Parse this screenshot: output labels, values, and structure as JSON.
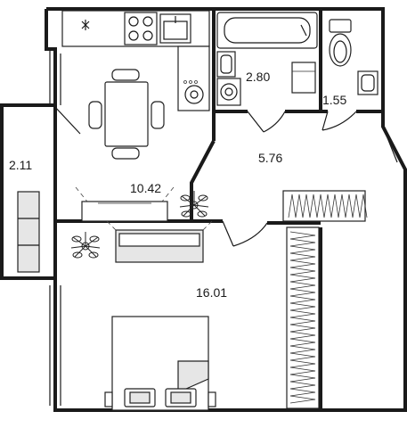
{
  "rooms": [
    {
      "id": "balcony",
      "area": "2.11"
    },
    {
      "id": "kitchen",
      "area": "10.42"
    },
    {
      "id": "bathroom",
      "area": "2.80"
    },
    {
      "id": "toilet",
      "area": "1.55"
    },
    {
      "id": "hallway",
      "area": "5.76"
    },
    {
      "id": "bedroom",
      "area": "16.01"
    }
  ],
  "colors": {
    "wall": "#1a1a1a",
    "fill": "#ffffff",
    "furniture_shade": "#e6e6e6"
  },
  "icons": [
    "stove-icon",
    "sink-icon",
    "washing-machine-icon",
    "toilet-icon",
    "bathtub-icon",
    "plant-icon",
    "bed-icon",
    "dining-table-icon"
  ]
}
